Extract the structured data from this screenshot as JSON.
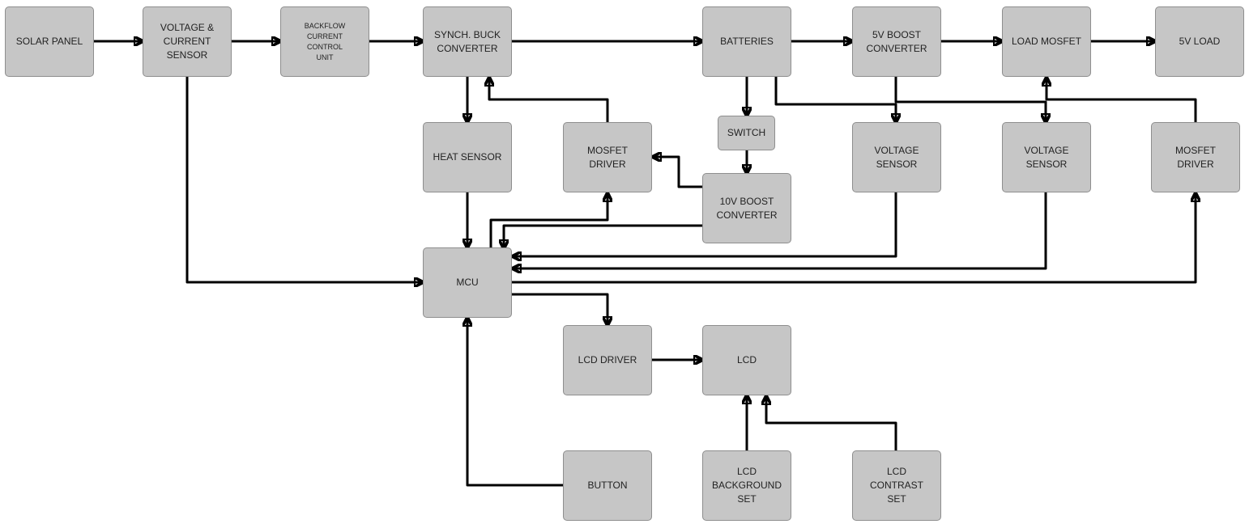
{
  "nodes": {
    "solar_panel": "SOLAR PANEL",
    "voltage_current_sensor": "VOLTAGE &\nCURRENT\nSENSOR",
    "backflow_unit": "BACKFLOW\nCURRENT\nCONTROL\nUNIT",
    "synch_buck": "SYNCH. BUCK\nCONVERTER",
    "batteries": "BATTERIES",
    "boost_5v": "5V BOOST\nCONVERTER",
    "load_mosfet": "LOAD MOSFET",
    "load_5v": "5V LOAD",
    "heat_sensor": "HEAT SENSOR",
    "mosfet_driver_1": "MOSFET\nDRIVER",
    "switch": "SWITCH",
    "boost_10v": "10V BOOST\nCONVERTER",
    "voltage_sensor_1": "VOLTAGE\nSENSOR",
    "voltage_sensor_2": "VOLTAGE\nSENSOR",
    "mosfet_driver_2": "MOSFET\nDRIVER",
    "mcu": "MCU",
    "lcd_driver": "LCD DRIVER",
    "lcd": "LCD",
    "button": "BUTTON",
    "lcd_background_set": "LCD\nBACKGROUND\nSET",
    "lcd_contrast_set": "LCD\nCONTRAST\nSET"
  },
  "colors": {
    "node_fill": "#c6c6c6",
    "node_border": "#8e8e8e",
    "connector": "#000000"
  }
}
